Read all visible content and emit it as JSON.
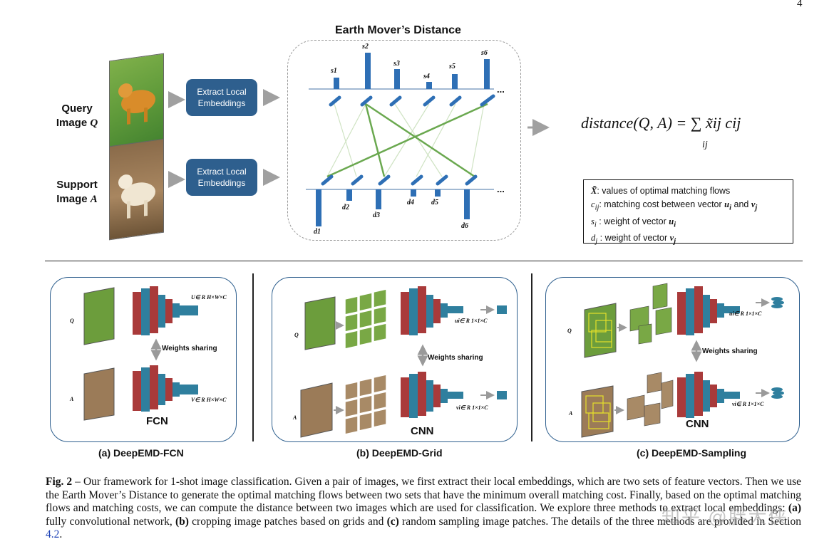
{
  "page_number": "4",
  "emd_title": "Earth Mover’s Distance",
  "query_label_line1": "Query",
  "query_label_line2": "Image",
  "query_symbol": "Q",
  "support_label_line1": "Support",
  "support_label_line2": "Image",
  "support_symbol": "A",
  "extract_button_label_1": "Extract Local Embeddings",
  "extract_button_label_2": "Extract Local Embeddings",
  "formula": "distance(Q, A) = ∑ x̃ij cij",
  "formula_sub": "ij",
  "top_weight_labels": [
    "s1",
    "s2",
    "s3",
    "s4",
    "s5",
    "s6"
  ],
  "bottom_weight_labels": [
    "d1",
    "d2",
    "d3",
    "d4",
    "d5",
    "d6"
  ],
  "ellipsis": "...",
  "legend": [
    ": values of optimal matching flows",
    ": matching cost between vector",
    ": weight of vector",
    ": weight of vector"
  ],
  "legend_and": "and",
  "panels": [
    {
      "caption": "(a) DeepEMD-FCN",
      "net_name": "FCN",
      "q_label": "Q",
      "a_label": "A",
      "weights_sharing": "Weights sharing",
      "top_feature": "U∈ R H×W×C",
      "bottom_feature": "V∈ R H×W×C"
    },
    {
      "caption": "(b) DeepEMD-Grid",
      "net_name": "CNN",
      "q_label": "Q",
      "a_label": "A",
      "weights_sharing": "Weights sharing",
      "top_feature": "ui∈ R 1×1×C",
      "bottom_feature": "vi∈ R 1×1×C"
    },
    {
      "caption": "(c) DeepEMD-Sampling",
      "net_name": "CNN",
      "q_label": "Q",
      "a_label": "A",
      "weights_sharing": "Weights sharing",
      "top_feature": "ui∈ R 1×1×C",
      "bottom_feature": "vi∈ R 1×1×C"
    }
  ],
  "caption": {
    "fig_label": "Fig. 2",
    "text1": " – Our framework for 1-shot image classification. Given a pair of images, we first extract their local embeddings, which are two sets of feature vectors. Then we use the Earth Mover’s Distance to generate the optimal matching flows between two sets that have the minimum overall matching cost. Finally, based on the optimal matching flows and matching costs, we can compute the distance between two images which are used for classification. We explore three methods to extract local embeddings: ",
    "a_mark": "(a)",
    "text2": " fully convolutional network, ",
    "b_mark": "(b)",
    "text3": " cropping image patches based on grids and ",
    "c_mark": "(c)",
    "text4": " random sampling image patches. The details of the three methods are provided in Section ",
    "section_ref": "4.2",
    "text5": "."
  },
  "watermark": "知乎 @胖大侠",
  "colors": {
    "accent_blue": "#2e5f8e",
    "bar_blue": "#2e6fb5",
    "flow_green": "#6aa84f",
    "cnn_red": "#a93a3a",
    "cnn_teal": "#2f7f9e"
  }
}
